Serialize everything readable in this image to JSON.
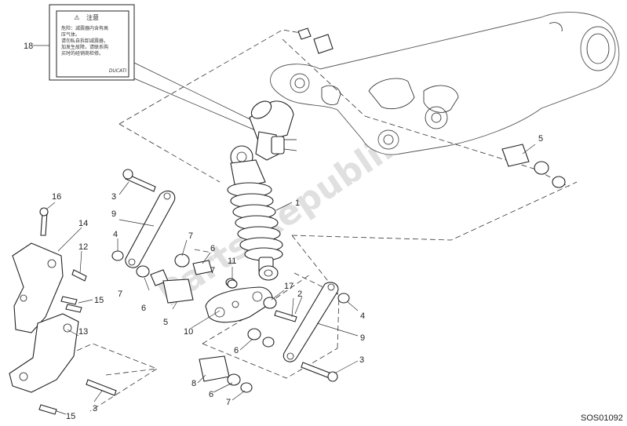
{
  "diagram": {
    "part_numbers": {
      "n1": "1",
      "n2": "2",
      "n3a": "3",
      "n3b": "3",
      "n3c": "3",
      "n4a": "4",
      "n4b": "4",
      "n5a": "5",
      "n5b": "5",
      "n6a": "6",
      "n6b": "6",
      "n6c": "6",
      "n6d": "6",
      "n7a": "7",
      "n7b": "7",
      "n7c": "7",
      "n7d": "7",
      "n8": "8",
      "n9a": "9",
      "n9b": "9",
      "n10": "10",
      "n11": "11",
      "n12": "12",
      "n13": "13",
      "n14": "14",
      "n15a": "15",
      "n15b": "15",
      "n16": "16",
      "n17": "17",
      "n18": "18"
    },
    "label_sticker": {
      "heading": "注意",
      "lines": [
        "危险：减震器内含有高",
        "压气体。",
        "请勿私自拆卸减震器，",
        "加发生故障，请联系购",
        "买时的经销商检修。"
      ],
      "brand": "DUCATI"
    },
    "drawing_code": "SOS01092",
    "watermark": "Parts Republik"
  }
}
